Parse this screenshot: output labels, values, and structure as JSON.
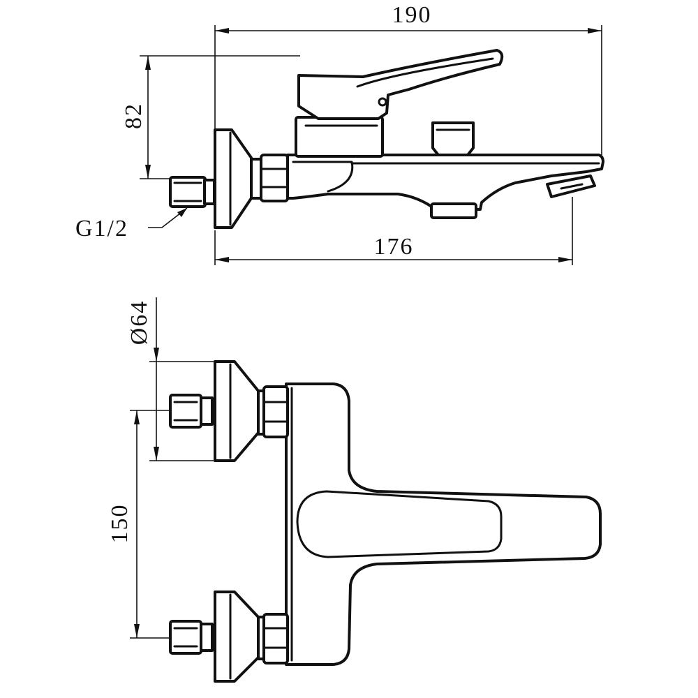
{
  "drawing": {
    "dimensions": {
      "overall_length": "190",
      "spout_reach": "176",
      "height": "82",
      "thread": "G1/2",
      "flange_diameter": "Ø64",
      "inlet_centers": "150"
    },
    "colors": {
      "line": "#111111",
      "background": "#ffffff"
    }
  }
}
